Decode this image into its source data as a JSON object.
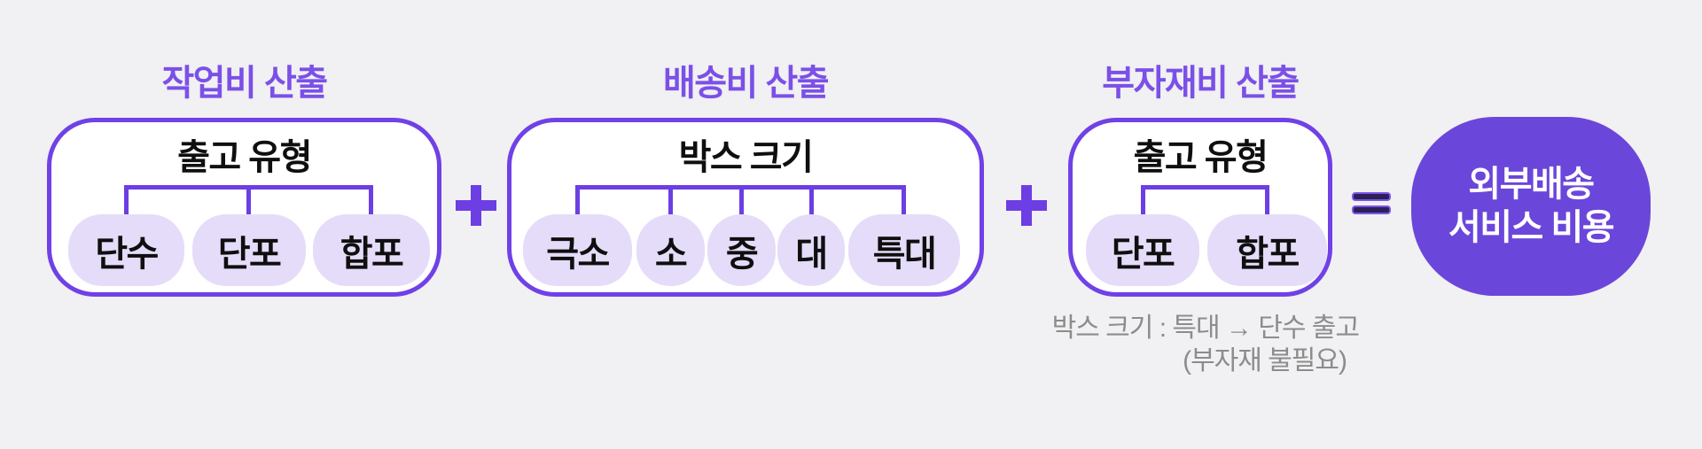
{
  "colors": {
    "background": "#F1F0F2",
    "panel_border_purple": "#6F41E6",
    "connector_purple": "#6C3EE4",
    "title_purple": "#7B50E8",
    "pill_lavender": "#E5DCF9",
    "pill_text": "#0F0F0F",
    "result_blob_purple": "#6B46DA",
    "result_text": "#FFFFFF",
    "equals_core_navy": "#2B2057",
    "note_gray": "#8C8C8C"
  },
  "groups": [
    {
      "title": "작업비 산출",
      "label": "출고 유형",
      "items": [
        "단수",
        "단포",
        "합포"
      ]
    },
    {
      "title": "배송비 산출",
      "label": "박스 크기",
      "items": [
        "극소",
        "소",
        "중",
        "대",
        "특대"
      ]
    },
    {
      "title": "부자재비 산출",
      "label": "출고 유형",
      "items": [
        "단포",
        "합포"
      ]
    }
  ],
  "result": {
    "line1": "외부배송",
    "line2": "서비스 비용"
  },
  "note": {
    "line1": "박스 크기 : 특대 → 단수 출고",
    "line2": "(부자재 불필요)"
  }
}
